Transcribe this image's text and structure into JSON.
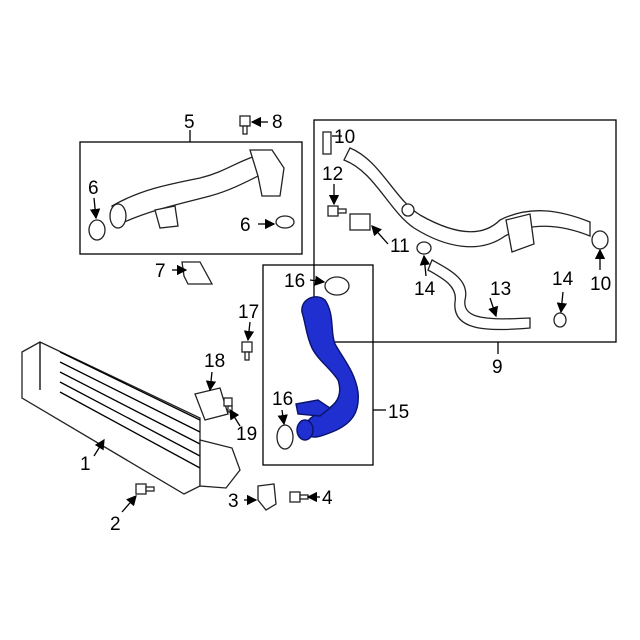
{
  "diagram": {
    "highlight_color": "#1f2fd0",
    "callouts": [
      "1",
      "2",
      "3",
      "4",
      "5",
      "6",
      "6",
      "7",
      "8",
      "9",
      "10",
      "10",
      "11",
      "12",
      "13",
      "14",
      "14",
      "15",
      "16",
      "16",
      "17",
      "18",
      "19"
    ]
  }
}
